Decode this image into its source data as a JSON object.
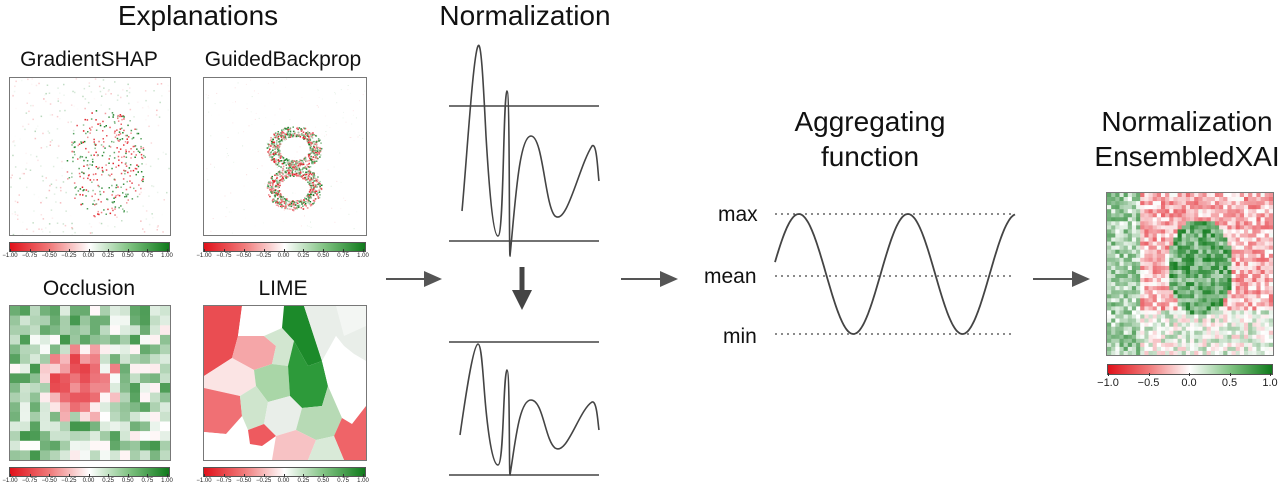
{
  "titles": {
    "explanations": "Explanations",
    "normalization": "Normalization",
    "aggregating_line1": "Aggregating",
    "aggregating_line2": "function",
    "ensemble_line1": "Normalization",
    "ensemble_line2": "EnsembledXAI"
  },
  "methods": {
    "gradientshap": "GradientSHAP",
    "guidedbackprop": "GuidedBackprop",
    "occlusion": "Occlusion",
    "lime": "LIME"
  },
  "aggregation_levels": {
    "max": "max",
    "mean": "mean",
    "min": "min"
  },
  "colorbar_small_ticks": [
    "−1.00",
    "−0.75",
    "−0.50",
    "−0.25",
    "0.00",
    "0.25",
    "0.50",
    "0.75",
    "1.00"
  ],
  "colorbar_large_ticks": [
    "−1.0",
    "−0.5",
    "0.0",
    "0.5",
    "1.0"
  ],
  "colors": {
    "negative": "#e0111a",
    "neutral": "#ffffff",
    "positive": "#0f7a1b",
    "line": "#444444"
  }
}
